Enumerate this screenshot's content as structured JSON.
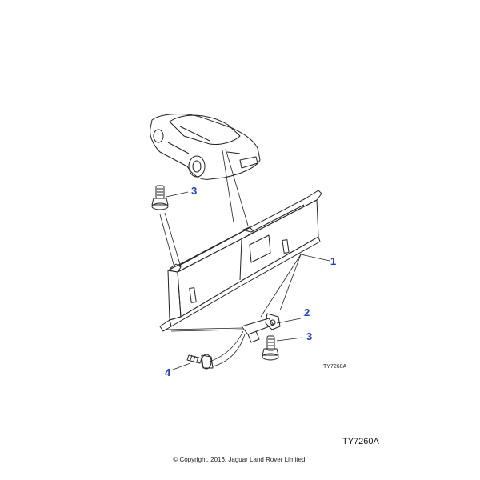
{
  "callouts": {
    "c1": "1",
    "c2": "2",
    "c3a": "3",
    "c3b": "3",
    "c4": "4"
  },
  "drawing_code_small": "TY7260A",
  "drawing_code_large": "TY7260A",
  "copyright": "© Copyright, 2016. Jaguar Land Rover Limited.",
  "colors": {
    "callout": "#1f3fb8",
    "line": "#222222"
  }
}
